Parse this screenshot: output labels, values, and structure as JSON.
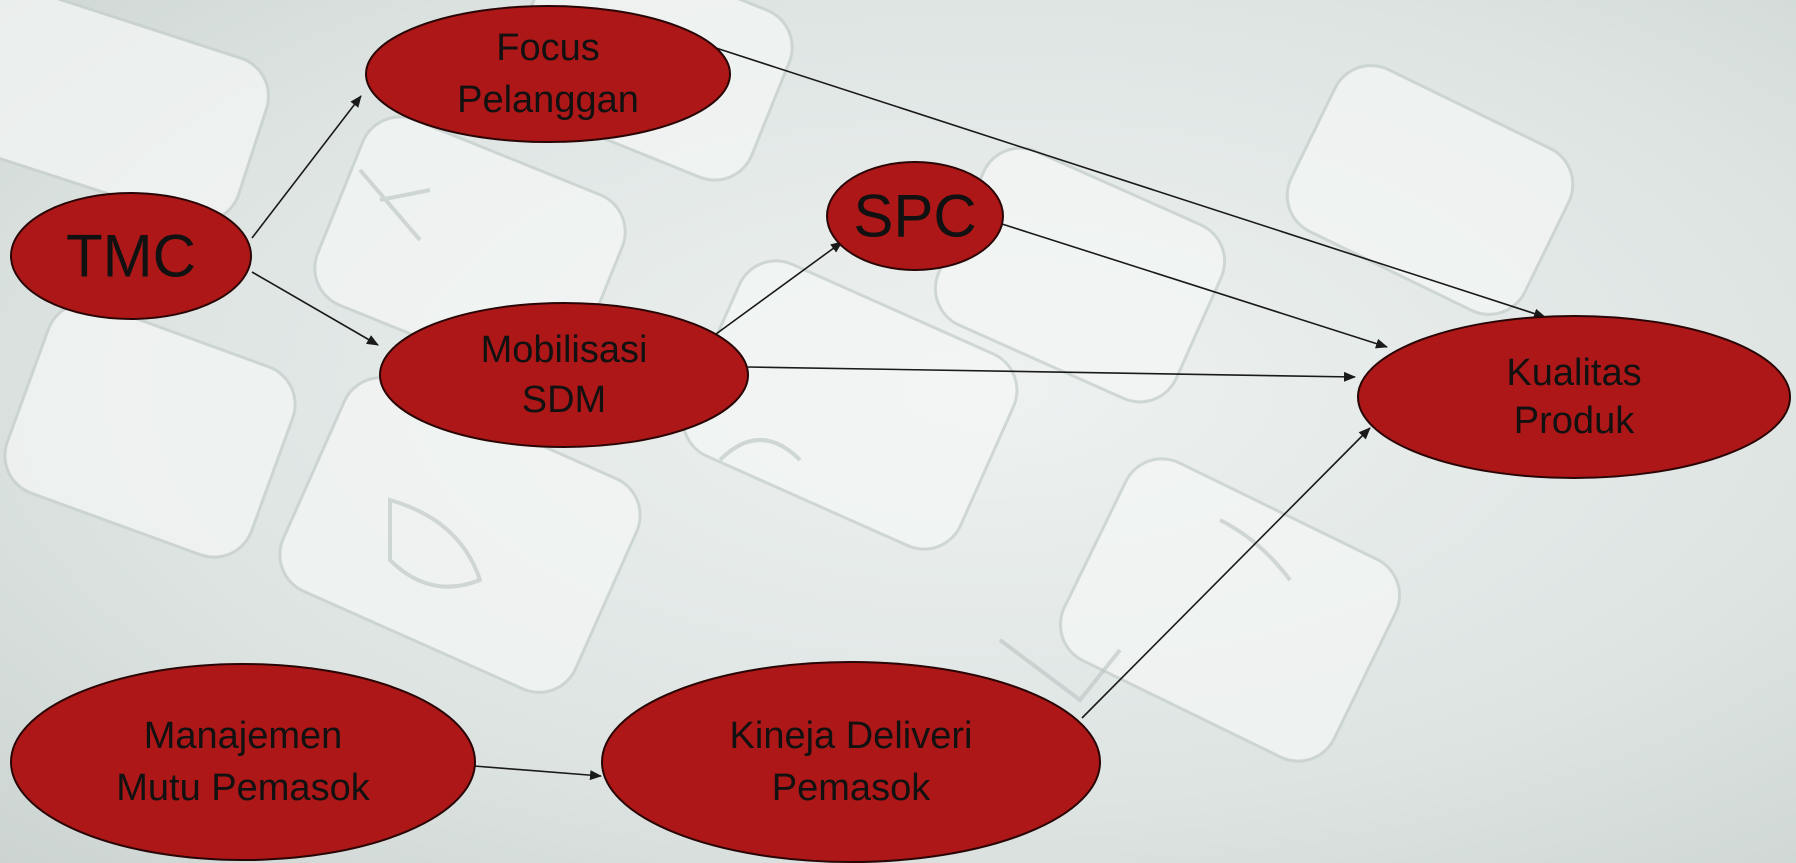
{
  "diagram": {
    "node_fill": "#ad1717",
    "background_color": "#dfe5e3",
    "nodes": [
      {
        "id": "tmc",
        "name": "node-tmc",
        "lines": [
          "TMC"
        ]
      },
      {
        "id": "focus",
        "name": "node-focus-pelanggan",
        "lines": [
          "Focus",
          "Pelanggan"
        ]
      },
      {
        "id": "mobilisasi",
        "name": "node-mobilisasi-sdm",
        "lines": [
          "Mobilisasi",
          "SDM"
        ]
      },
      {
        "id": "spc",
        "name": "node-spc",
        "lines": [
          "SPC"
        ]
      },
      {
        "id": "kualitas",
        "name": "node-kualitas-produk",
        "lines": [
          "Kualitas",
          "Produk"
        ]
      },
      {
        "id": "manajemen",
        "name": "node-manajemen-mutu-pemasok",
        "lines": [
          "Manajemen",
          "Mutu Pemasok"
        ]
      },
      {
        "id": "kineja",
        "name": "node-kineja-deliveri-pemasok",
        "lines": [
          "Kineja Deliveri",
          "Pemasok"
        ]
      }
    ],
    "edges": [
      {
        "from": "tmc",
        "to": "focus"
      },
      {
        "from": "tmc",
        "to": "mobilisasi"
      },
      {
        "from": "focus",
        "to": "kualitas"
      },
      {
        "from": "mobilisasi",
        "to": "spc"
      },
      {
        "from": "spc",
        "to": "kualitas"
      },
      {
        "from": "mobilisasi",
        "to": "kualitas"
      },
      {
        "from": "manajemen",
        "to": "kineja"
      },
      {
        "from": "kineja",
        "to": "kualitas"
      }
    ]
  }
}
